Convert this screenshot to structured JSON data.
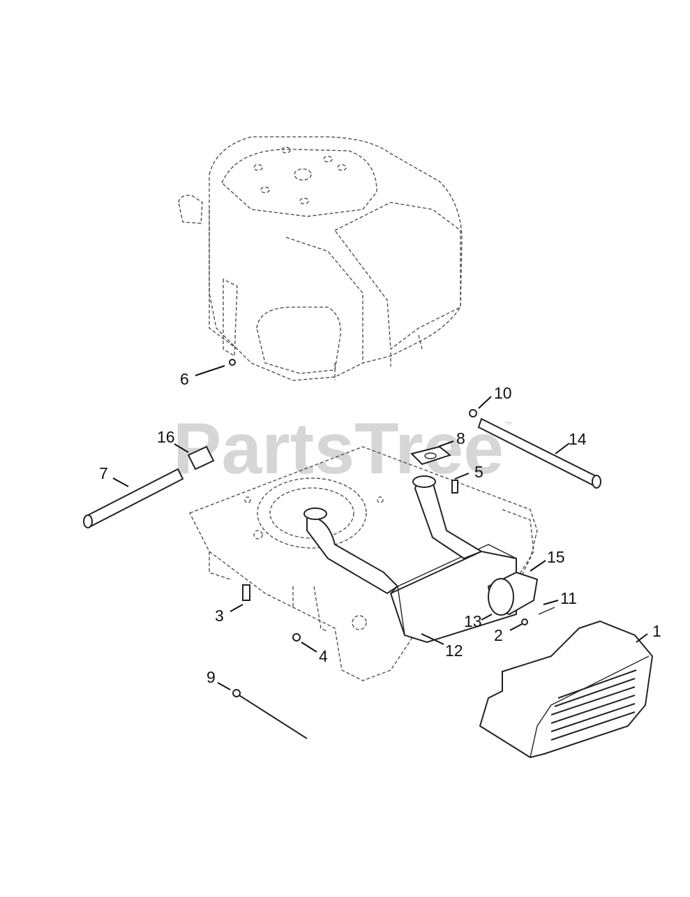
{
  "watermark": {
    "text": "PartsTree",
    "trademark": "™"
  },
  "callouts": [
    {
      "id": "1",
      "label": "1"
    },
    {
      "id": "2",
      "label": "2"
    },
    {
      "id": "3",
      "label": "3"
    },
    {
      "id": "4",
      "label": "4"
    },
    {
      "id": "5",
      "label": "5"
    },
    {
      "id": "6",
      "label": "6"
    },
    {
      "id": "7",
      "label": "7"
    },
    {
      "id": "8",
      "label": "8"
    },
    {
      "id": "9",
      "label": "9"
    },
    {
      "id": "10",
      "label": "10"
    },
    {
      "id": "11",
      "label": "11"
    },
    {
      "id": "12",
      "label": "12"
    },
    {
      "id": "13",
      "label": "13"
    },
    {
      "id": "14",
      "label": "14"
    },
    {
      "id": "15",
      "label": "15"
    },
    {
      "id": "16",
      "label": "16"
    }
  ]
}
